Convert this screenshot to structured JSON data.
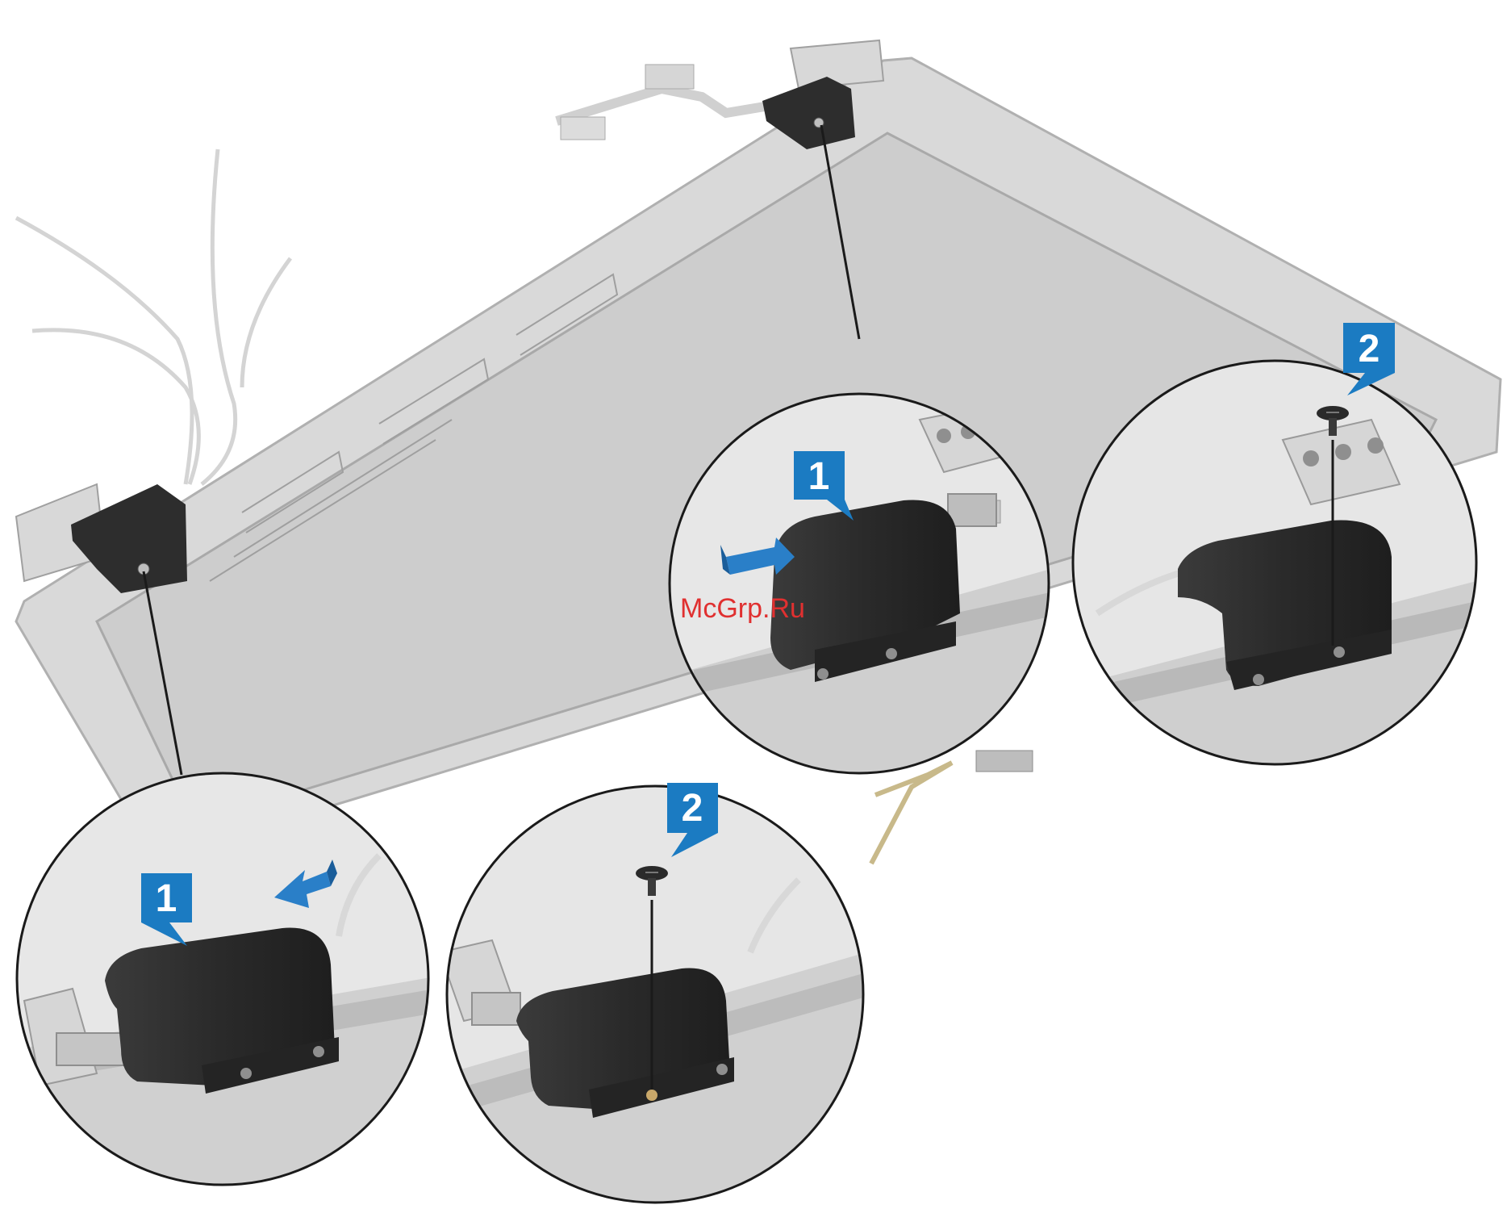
{
  "watermark": "McGrp.Ru",
  "callouts": [
    {
      "id": "top-right-step1",
      "step": "1"
    },
    {
      "id": "top-right-step2",
      "step": "2"
    },
    {
      "id": "bottom-left-step1",
      "step": "1"
    },
    {
      "id": "bottom-left-step2",
      "step": "2"
    }
  ],
  "colors": {
    "badge": "#1b7bc2",
    "arrow": "#2a7fc8",
    "panel": "#cfcfcf",
    "panel_edge": "#a8a8a8",
    "hinge_cover": "#2e2e2e",
    "leader_line": "#1a1a1a"
  }
}
